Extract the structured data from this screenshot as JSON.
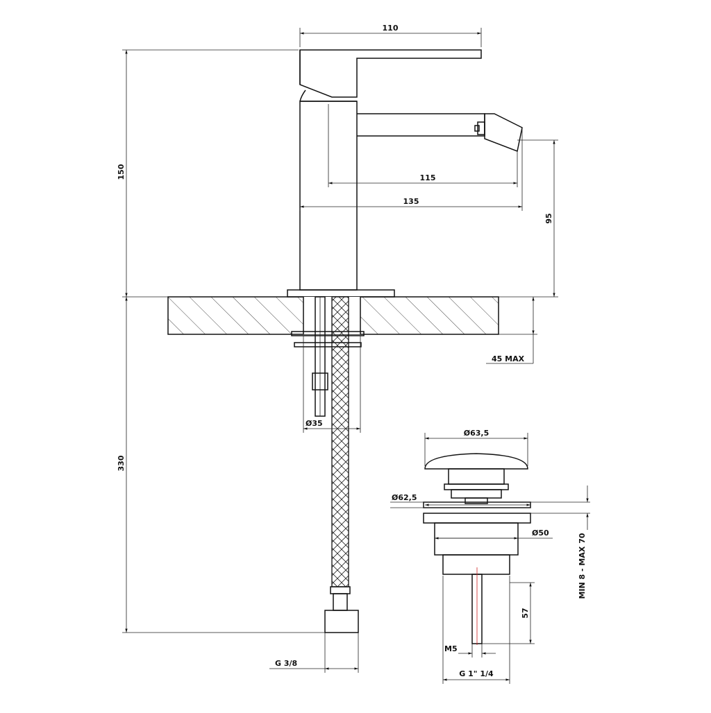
{
  "drawing": {
    "dimensions": {
      "top_width": "110",
      "total_height": "150",
      "spout_reach_inner": "115",
      "spout_reach_outer": "135",
      "spout_height": "95",
      "deck_thickness": "45 MAX",
      "hole_diameter": "Ø35",
      "hose_length": "330",
      "hose_connection": "G 3/8"
    },
    "waste": {
      "cap_diameter": "Ø63,5",
      "flange_diameter": "Ø62,5",
      "body_diameter": "Ø50",
      "thickness_range": "MIN 8 - MAX 70",
      "rod_length": "57",
      "rod_thread": "M5",
      "thread": "G 1\" 1/4"
    }
  }
}
